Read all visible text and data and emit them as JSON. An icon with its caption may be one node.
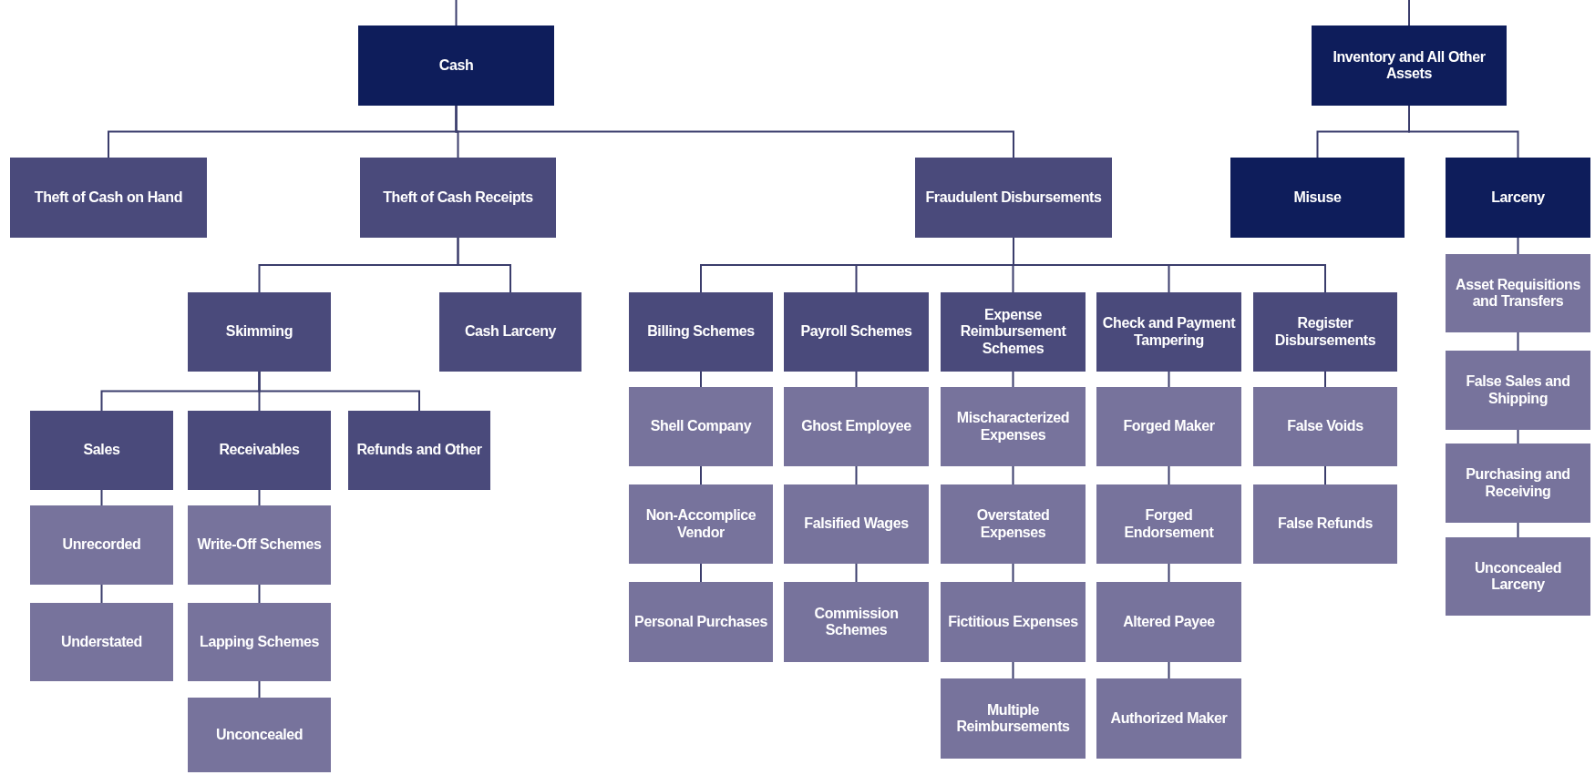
{
  "diagram": {
    "nodes": [
      {
        "text": [
          "Cash"
        ]
      },
      {
        "text": [
          "Inventory and All Other Assets"
        ]
      },
      {
        "text": [
          "Theft of Cash on Hand"
        ]
      },
      {
        "text": [
          "Theft of Cash Receipts"
        ]
      },
      {
        "text": [
          "Fraudulent Disbursements"
        ]
      },
      {
        "text": [
          "Misuse"
        ]
      },
      {
        "text": [
          "Larceny"
        ]
      },
      {
        "text": [
          "Asset Requisitions and Transfers"
        ]
      },
      {
        "text": [
          "Skimming"
        ]
      },
      {
        "text": [
          "Cash Larceny"
        ]
      },
      {
        "text": [
          "Billing Schemes"
        ]
      },
      {
        "text": [
          "Payroll Schemes"
        ]
      },
      {
        "text": [
          "Expense Reimbursement Schemes"
        ]
      },
      {
        "text": [
          "Check and Payment Tampering"
        ]
      },
      {
        "text": [
          "Register Disbursements"
        ]
      },
      {
        "text": [
          "False Sales and Shipping"
        ]
      },
      {
        "text": [
          "Shell Company"
        ]
      },
      {
        "text": [
          "Ghost Employee"
        ]
      },
      {
        "text": [
          "Mischaracterized Expenses"
        ]
      },
      {
        "text": [
          "Forged Maker"
        ]
      },
      {
        "text": [
          "False Voids"
        ]
      },
      {
        "text": [
          "Purchasing and Receiving"
        ]
      },
      {
        "text": [
          "Sales"
        ]
      },
      {
        "text": [
          "Receivables"
        ]
      },
      {
        "text": [
          "Refunds and Other"
        ]
      },
      {
        "text": [
          "Non-Accomplice Vendor"
        ]
      },
      {
        "text": [
          "Falsified Wages"
        ]
      },
      {
        "text": [
          "Overstated Expenses"
        ]
      },
      {
        "text": [
          "Forged Endorsement"
        ]
      },
      {
        "text": [
          "False Refunds"
        ]
      },
      {
        "text": [
          "Unconcealed Larceny"
        ]
      },
      {
        "text": [
          "Unrecorded"
        ]
      },
      {
        "text": [
          "Write-Off Schemes"
        ]
      },
      {
        "text": [
          "Personal Purchases"
        ]
      },
      {
        "text": [
          "Commission Schemes"
        ]
      },
      {
        "text": [
          "Fictitious Expenses"
        ]
      },
      {
        "text": [
          "Altered Payee"
        ]
      },
      {
        "text": [
          "Understated"
        ]
      },
      {
        "text": [
          "Lapping Schemes"
        ]
      },
      {
        "text": [
          "Multiple Reimbursements"
        ]
      },
      {
        "text": [
          "Authorized Maker"
        ]
      },
      {
        "text": [
          "Unconcealed"
        ]
      }
    ],
    "edges": [
      {
        "from": null,
        "to": 0,
        "arrow": "none"
      },
      {
        "from": null,
        "to": 1,
        "arrow": "none"
      },
      {
        "from": 0,
        "to": 2,
        "arrow": "none"
      },
      {
        "from": 0,
        "to": 3,
        "arrow": "none"
      },
      {
        "from": 0,
        "to": 4,
        "arrow": "none"
      },
      {
        "from": 1,
        "to": 5,
        "arrow": "none"
      },
      {
        "from": 1,
        "to": 6,
        "arrow": "none"
      },
      {
        "from": 6,
        "to": 7,
        "arrow": "none"
      },
      {
        "from": 7,
        "to": 15,
        "arrow": "none"
      },
      {
        "from": 15,
        "to": 21,
        "arrow": "none"
      },
      {
        "from": 21,
        "to": 30,
        "arrow": "none"
      },
      {
        "from": 3,
        "to": 8,
        "arrow": "none"
      },
      {
        "from": 3,
        "to": 9,
        "arrow": "none"
      },
      {
        "from": 4,
        "to": 10,
        "arrow": "none"
      },
      {
        "from": 4,
        "to": 11,
        "arrow": "none"
      },
      {
        "from": 4,
        "to": 12,
        "arrow": "none"
      },
      {
        "from": 4,
        "to": 13,
        "arrow": "none"
      },
      {
        "from": 4,
        "to": 14,
        "arrow": "none"
      },
      {
        "from": 10,
        "to": 16,
        "arrow": "none"
      },
      {
        "from": 16,
        "to": 25,
        "arrow": "none"
      },
      {
        "from": 25,
        "to": 33,
        "arrow": "none"
      },
      {
        "from": 11,
        "to": 17,
        "arrow": "none"
      },
      {
        "from": 17,
        "to": 26,
        "arrow": "none"
      },
      {
        "from": 26,
        "to": 34,
        "arrow": "none"
      },
      {
        "from": 12,
        "to": 18,
        "arrow": "none"
      },
      {
        "from": 18,
        "to": 27,
        "arrow": "none"
      },
      {
        "from": 27,
        "to": 35,
        "arrow": "none"
      },
      {
        "from": 35,
        "to": 39,
        "arrow": "none"
      },
      {
        "from": 13,
        "to": 19,
        "arrow": "none"
      },
      {
        "from": 19,
        "to": 28,
        "arrow": "none"
      },
      {
        "from": 28,
        "to": 36,
        "arrow": "none"
      },
      {
        "from": 36,
        "to": 40,
        "arrow": "none"
      },
      {
        "from": 14,
        "to": 20,
        "arrow": "none"
      },
      {
        "from": 20,
        "to": 29,
        "arrow": "none"
      },
      {
        "from": 8,
        "to": 22,
        "arrow": "none"
      },
      {
        "from": 8,
        "to": 23,
        "arrow": "none"
      },
      {
        "from": 8,
        "to": 24,
        "arrow": "none"
      },
      {
        "from": 22,
        "to": 31,
        "arrow": "none"
      },
      {
        "from": 31,
        "to": 37,
        "arrow": "none"
      },
      {
        "from": 23,
        "to": 32,
        "arrow": "none"
      },
      {
        "from": 32,
        "to": 38,
        "arrow": "none"
      },
      {
        "from": 38,
        "to": 41,
        "arrow": "none"
      }
    ]
  }
}
